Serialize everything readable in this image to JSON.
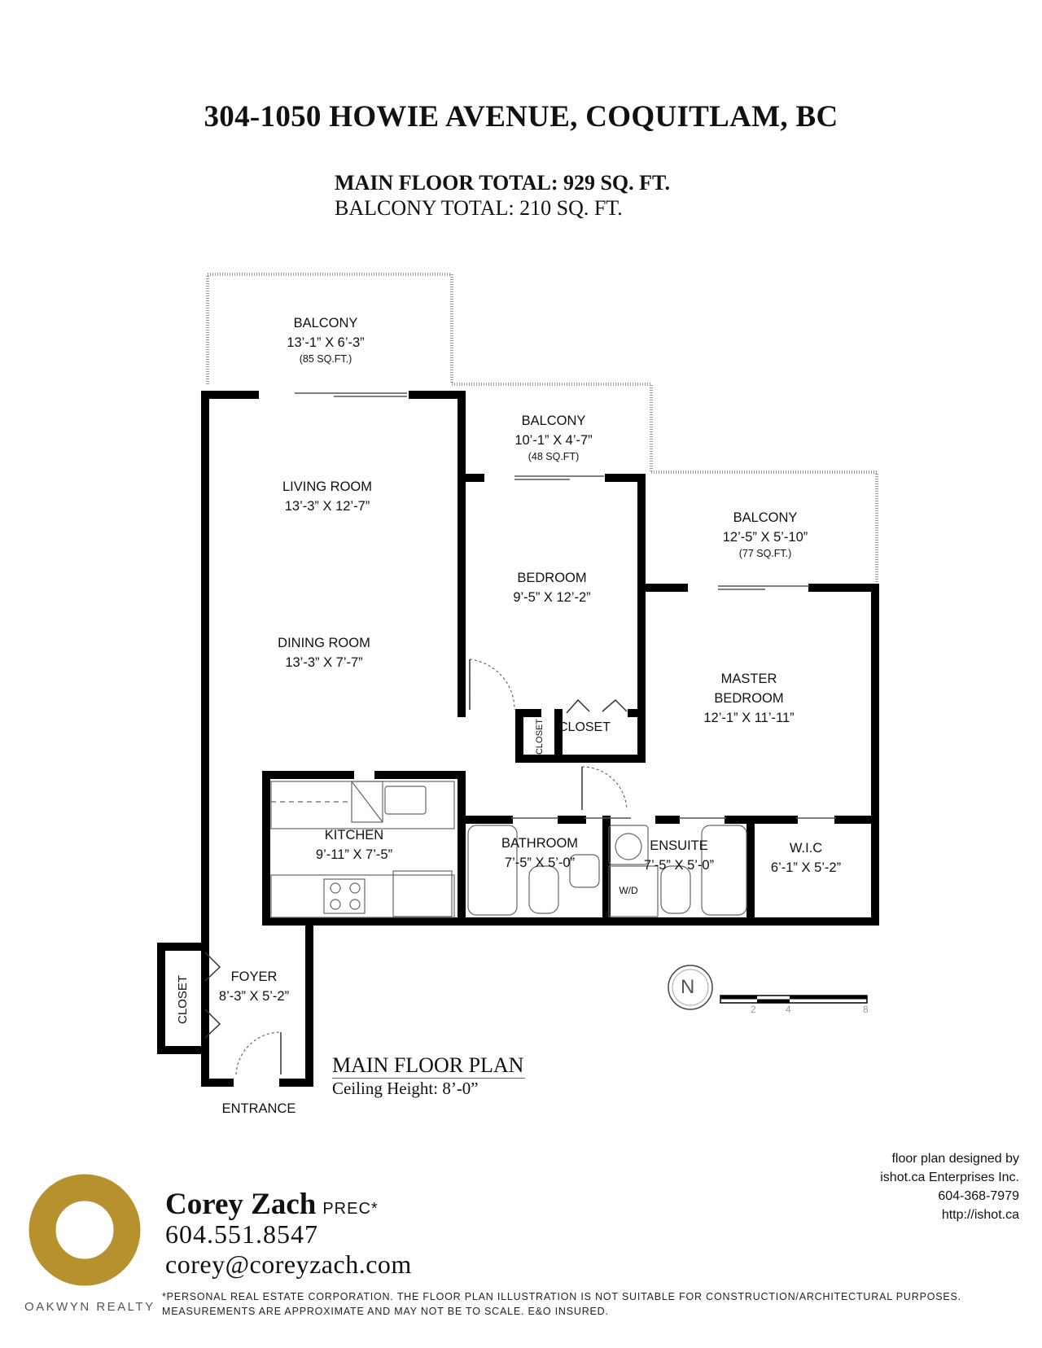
{
  "header": {
    "title": "304-1050 HOWIE AVENUE, COQUITLAM, BC",
    "main_floor_total": "MAIN FLOOR TOTAL: 929 SQ. FT.",
    "balcony_total": "BALCONY TOTAL: 210 SQ. FT."
  },
  "rooms": {
    "balcony_left": {
      "name": "BALCONY",
      "dims": "13’-1” X 6’-3”",
      "area": "(85 SQ.FT.)"
    },
    "balcony_middle": {
      "name": "BALCONY",
      "dims": "10’-1” X 4’-7”",
      "area": "(48 SQ.FT)"
    },
    "balcony_right": {
      "name": "BALCONY",
      "dims": "12’-5” X 5’-10”",
      "area": "(77 SQ.FT.)"
    },
    "living_room": {
      "name": "LIVING ROOM",
      "dims": "13’-3” X 12’-7”"
    },
    "dining_room": {
      "name": "DINING ROOM",
      "dims": "13’-3” X 7’-7”"
    },
    "bedroom": {
      "name": "BEDROOM",
      "dims": "9’-5” X 12’-2”"
    },
    "master_bedroom": {
      "name_line1": "MASTER",
      "name_line2": "BEDROOM",
      "dims": "12’-1” X 11’-11”"
    },
    "kitchen": {
      "name": "KITCHEN",
      "dims": "9’-11” X 7’-5”"
    },
    "bathroom": {
      "name": "BATHROOM",
      "dims": "7’-5” X 5’-0”"
    },
    "ensuite": {
      "name": "ENSUITE",
      "dims": "7’-5” X 5’-0”"
    },
    "wic": {
      "name": "W.I.C",
      "dims": "6’-1” X 5’-2”"
    },
    "foyer": {
      "name": "FOYER",
      "dims": "8’-3” X 5’-2”"
    },
    "closet_small": "CLOSET",
    "closet_bedroom": "CLOSET",
    "closet_foyer": "CLOSET",
    "wd": "W/D",
    "entrance": "ENTRANCE"
  },
  "compass": {
    "letter": "N"
  },
  "scale_bar": {
    "ticks": [
      "2",
      "4",
      "8"
    ]
  },
  "plan_caption": {
    "title": "MAIN FLOOR PLAN",
    "ceiling": "Ceiling Height: 8’-0”"
  },
  "designer": {
    "line1": "floor plan designed by",
    "line2": "ishot.ca Enterprises Inc.",
    "phone": "604-368-7979",
    "url": "http://ishot.ca"
  },
  "agent": {
    "name": "Corey Zach",
    "designation": "PREC*",
    "phone": "604.551.8547",
    "email": "corey@coreyzach.com"
  },
  "brand": {
    "name": "OAKWYN REALTY",
    "logo_color": "#b8912f"
  },
  "disclaimer": {
    "line1": "*PERSONAL REAL ESTATE CORPORATION. THE FLOOR PLAN ILLUSTRATION IS NOT SUITABLE FOR CONSTRUCTION/ARCHITECTURAL PURPOSES.",
    "line2": "MEASUREMENTS ARE APPROXIMATE AND MAY NOT BE TO SCALE. E&O INSURED."
  }
}
